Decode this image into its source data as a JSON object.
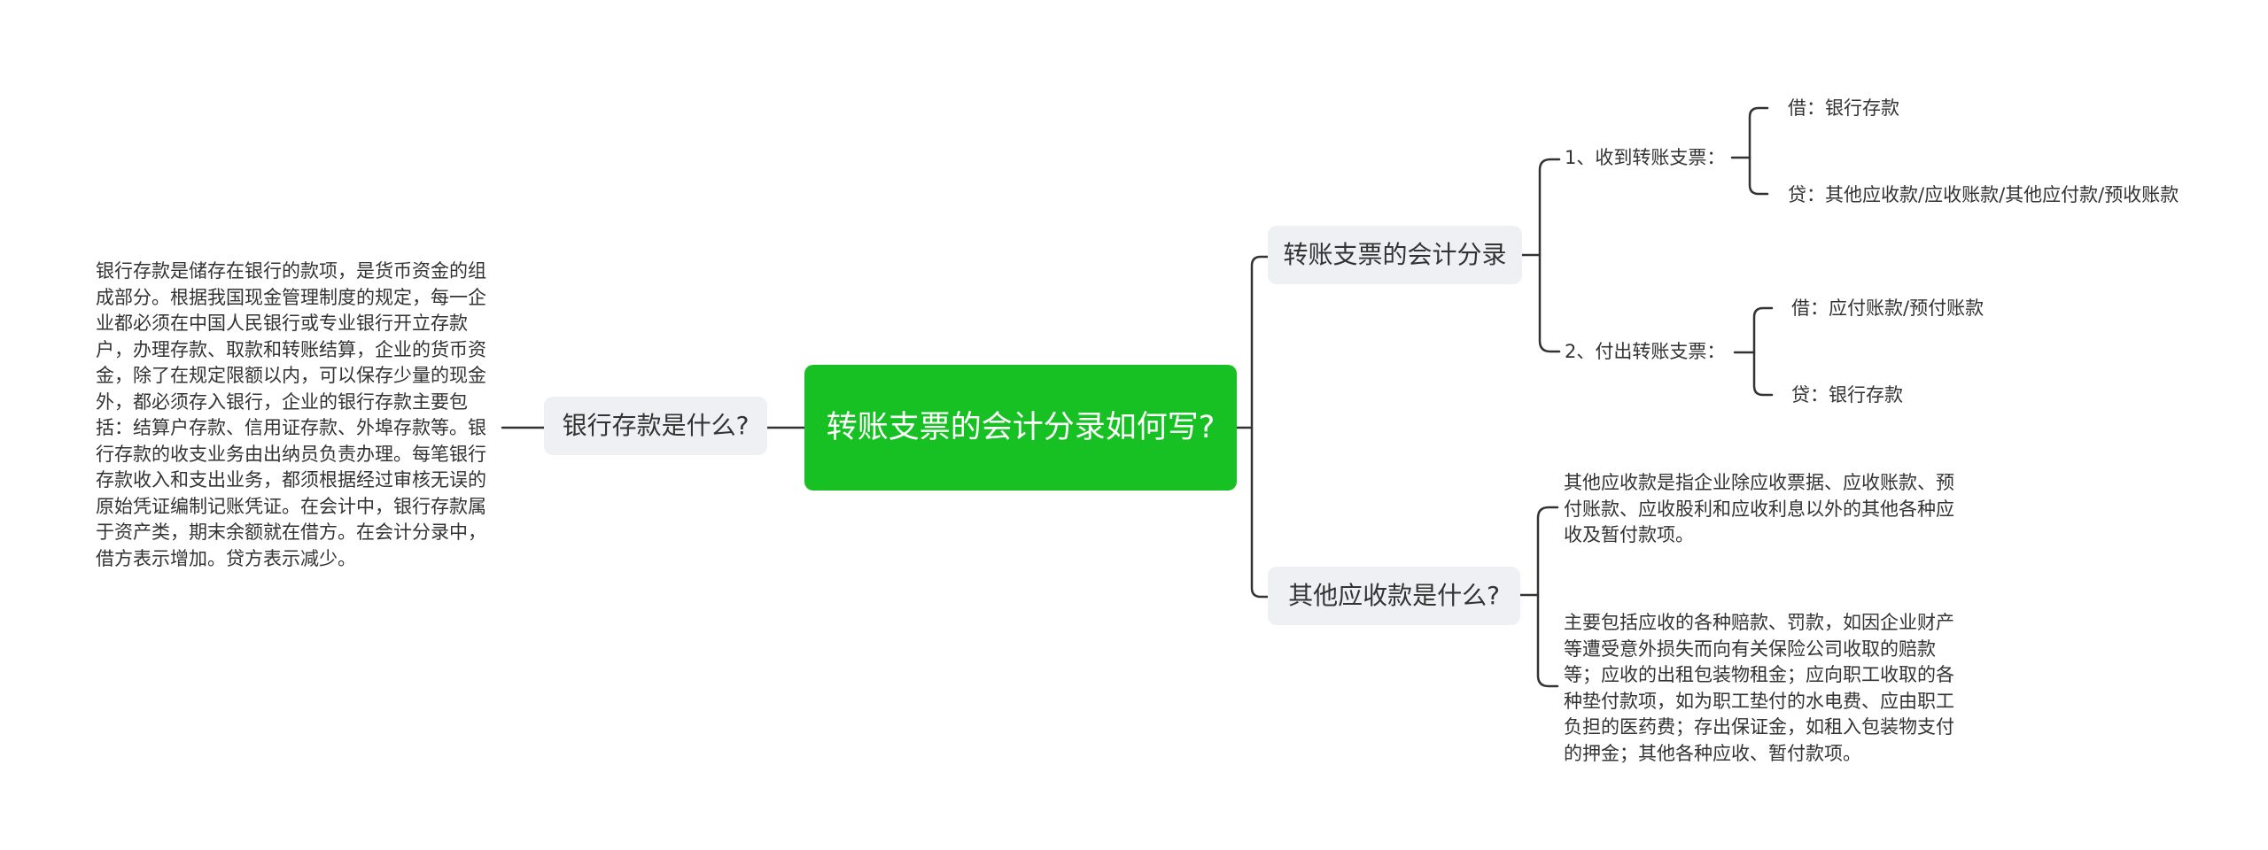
{
  "mindmap": {
    "root": {
      "label": "转账支票的会计分录如何写?"
    },
    "left_branch": {
      "label": "银行存款是什么?",
      "text": "银行存款是储存在银行的款项，是货币资金的组成部分。根据我国现金管理制度的规定，每一企业都必须在中国人民银行或专业银行开立存款户，办理存款、取款和转账结算，企业的货币资金，除了在规定限额以内，可以保存少量的现金外，都必须存入银行，企业的银行存款主要包括：结算户存款、信用证存款、外埠存款等。银行存款的收支业务由出纳员负责办理。每笔银行存款收入和支出业务，都须根据经过审核无误的原始凭证编制记账凭证。在会计中，银行存款属于资产类，期末余额就在借方。在会计分录中，借方表示增加。贷方表示减少。"
    },
    "right_branches": [
      {
        "label": "转账支票的会计分录",
        "children": [
          {
            "label": "1、收到转账支票：",
            "leaves": [
              "借：银行存款",
              "贷：其他应收款/应收账款/其他应付款/预收账款"
            ]
          },
          {
            "label": "2、付出转账支票：",
            "leaves": [
              "借：应付账款/预付账款",
              "贷：银行存款"
            ]
          }
        ]
      },
      {
        "label": "其他应收款是什么?",
        "paragraphs": [
          "其他应收款是指企业除应收票据、应收账款、预付账款、应收股利和应收利息以外的其他各种应收及暂付款项。",
          "主要包括应收的各种赔款、罚款，如因企业财产等遭受意外损失而向有关保险公司收取的赔款等；应收的出租包装物租金；应向职工收取的各种垫付款项，如为职工垫付的水电费、应由职工负担的医药费；存出保证金，如租入包装物支付的押金；其他各种应收、暂付款项。"
        ]
      }
    ]
  },
  "colors": {
    "root_bg": "#17c124",
    "branch_bg": "#eef0f3",
    "line": "#333333",
    "text": "#333333"
  }
}
